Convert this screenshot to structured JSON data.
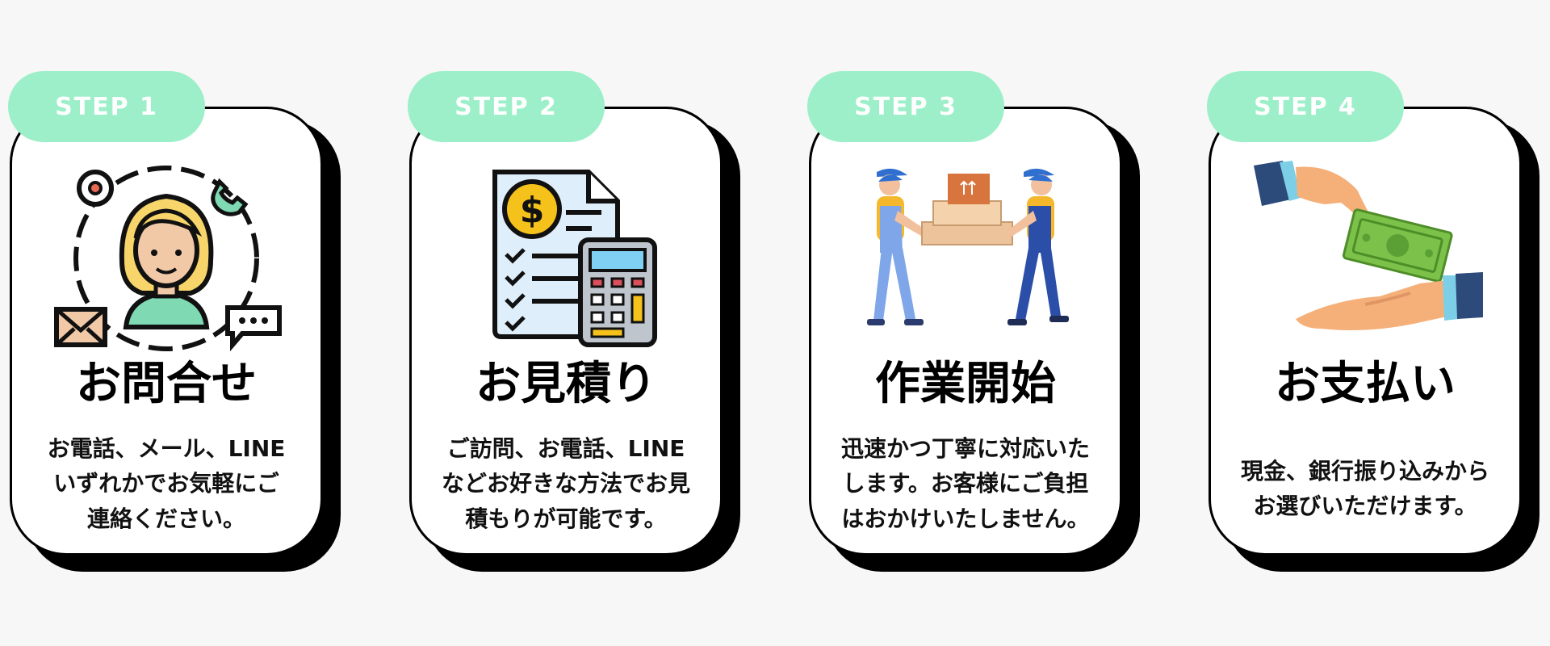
{
  "steps": [
    {
      "label": "STEP 1",
      "title": "お問合せ",
      "icon": "contact-person-icon",
      "lines": [
        "お電話、メール、LINE",
        "いずれかでお気軽にご",
        "連絡ください。"
      ]
    },
    {
      "label": "STEP 2",
      "title": "お見積り",
      "icon": "estimate-calculator-icon",
      "lines": [
        "ご訪問、お電話、LINE",
        "などお好きな方法でお見",
        "積もりが可能です。"
      ]
    },
    {
      "label": "STEP 3",
      "title": "作業開始",
      "icon": "movers-carrying-boxes-icon",
      "lines": [
        "迅速かつ丁寧に対応いた",
        "します。お客様にご負担",
        "はおかけいたしません。"
      ]
    },
    {
      "label": "STEP 4",
      "title": "お支払い",
      "icon": "cash-payment-hands-icon",
      "lines": [
        "現金、銀行振り込みから",
        "お選びいただけます。"
      ]
    }
  ],
  "colors": {
    "background": "#f7f7f7",
    "step_tab": "#9cefc8",
    "card": "#ffffff",
    "shadow": "#000000"
  }
}
